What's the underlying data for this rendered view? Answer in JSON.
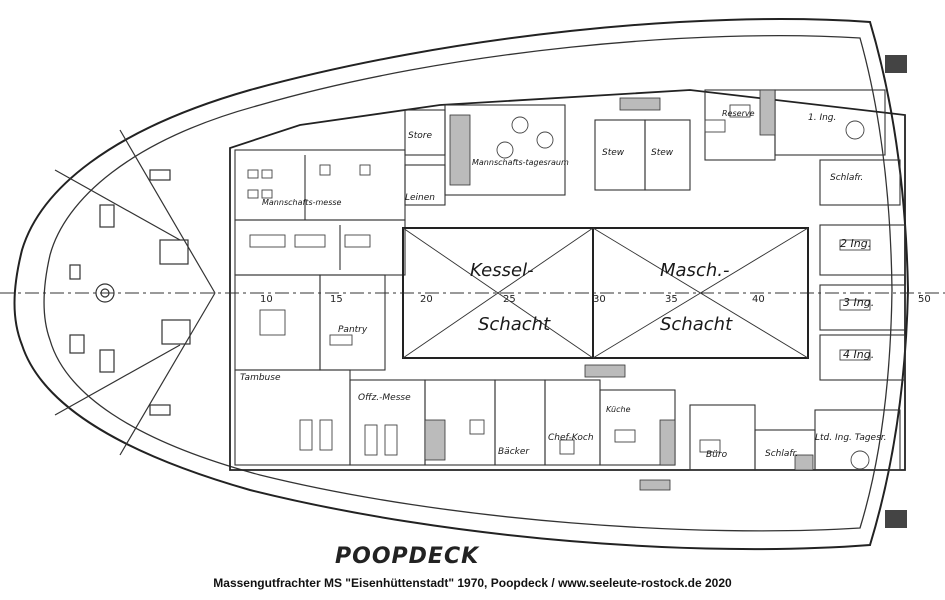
{
  "diagram": {
    "title": "POOPDECK",
    "caption": "Massengutfrachter MS \"Eisenhüttenstadt\" 1970, Poopdeck / www.seeleute-rostock.de 2020",
    "shafts": [
      {
        "line1": "Kessel-",
        "line2": "Schacht"
      },
      {
        "line1": "Masch.-",
        "line2": "Schacht"
      }
    ],
    "frame_numbers": [
      "10",
      "15",
      "20",
      "25",
      "30",
      "35",
      "40",
      "50"
    ],
    "rooms": [
      {
        "id": "store",
        "text": "Store"
      },
      {
        "id": "mannschafts-tagesraum",
        "text": "Mannschafts-tagesraum"
      },
      {
        "id": "stew1",
        "text": "Stew"
      },
      {
        "id": "stew2",
        "text": "Stew"
      },
      {
        "id": "reserve",
        "text": "Reserve"
      },
      {
        "id": "ing1",
        "text": "1. Ing."
      },
      {
        "id": "mannschafts-messe",
        "text": "Mannschafts-messe"
      },
      {
        "id": "leinen",
        "text": "Leinen"
      },
      {
        "id": "schlafr1",
        "text": "Schlafr."
      },
      {
        "id": "ing2",
        "text": "2 Ing."
      },
      {
        "id": "ing3",
        "text": "3 Ing."
      },
      {
        "id": "ing4",
        "text": "4 Ing."
      },
      {
        "id": "pantry",
        "text": "Pantry"
      },
      {
        "id": "tambuse",
        "text": "Tambuse"
      },
      {
        "id": "offz-messe",
        "text": "Offz.-Messe"
      },
      {
        "id": "baecker",
        "text": "Bäcker"
      },
      {
        "id": "chef-koch",
        "text": "Chef-Koch"
      },
      {
        "id": "kueche",
        "text": "Küche"
      },
      {
        "id": "buero",
        "text": "Büro"
      },
      {
        "id": "schlafr2",
        "text": "Schlafr."
      },
      {
        "id": "ltd-ing-tagesr",
        "text": "Ltd. Ing. Tagesr."
      }
    ]
  }
}
